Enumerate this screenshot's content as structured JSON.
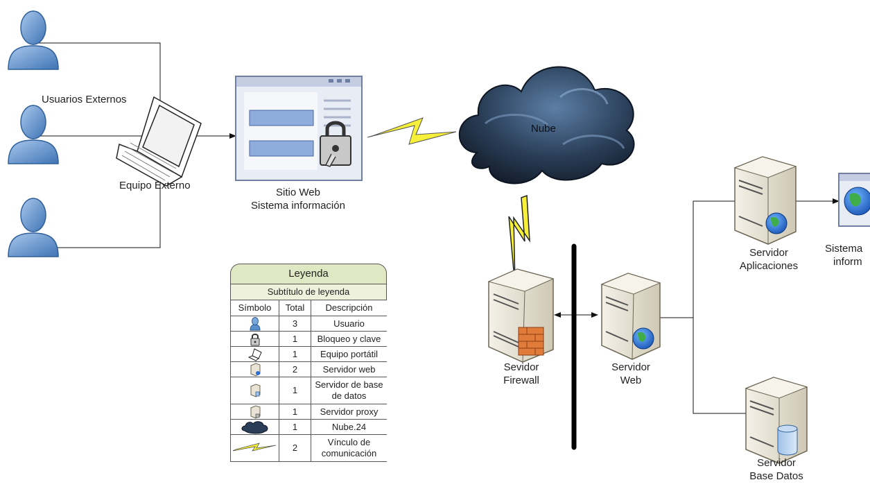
{
  "labels": {
    "external_users": "Usuarios Externos",
    "external_device": "Equipo Externo",
    "website_line1": "Sitio Web",
    "website_line2": "Sistema información",
    "cloud": "Nube",
    "firewall_line1": "Sevidor",
    "firewall_line2": "Firewall",
    "web_server_line1": "Servidor",
    "web_server_line2": "Web",
    "app_server_line1": "Servidor",
    "app_server_line2": "Aplicaciones",
    "db_server_line1": "Servidor",
    "db_server_line2": "Base Datos",
    "info_system_line1": "Sistema",
    "info_system_line2": "inform"
  },
  "legend": {
    "title": "Leyenda",
    "subtitle": "Subtítulo de leyenda",
    "headers": [
      "Símbolo",
      "Total",
      "Descripción"
    ],
    "rows": [
      {
        "icon": "user-icon",
        "total": "3",
        "description": "Usuario"
      },
      {
        "icon": "lock-icon",
        "total": "1",
        "description": "Bloqueo y clave"
      },
      {
        "icon": "laptop-icon",
        "total": "1",
        "description": "Equipo portátil"
      },
      {
        "icon": "web-server-icon",
        "total": "2",
        "description": "Servidor web"
      },
      {
        "icon": "db-server-icon",
        "total": "1",
        "description": "Servidor de base de datos"
      },
      {
        "icon": "proxy-server-icon",
        "total": "1",
        "description": "Servidor proxy"
      },
      {
        "icon": "cloud-icon",
        "total": "1",
        "description": "Nube.24"
      },
      {
        "icon": "lightning-link-icon",
        "total": "2",
        "description": "Vínculo de comunicación"
      }
    ]
  },
  "colors": {
    "user": "#5b8fc9",
    "lightning": "#f7f03a",
    "cloud": "#1f2f45",
    "legend_header": "#dfe7c3",
    "server": "#e8e3d4",
    "firewall_brick": "#e07b3a"
  }
}
